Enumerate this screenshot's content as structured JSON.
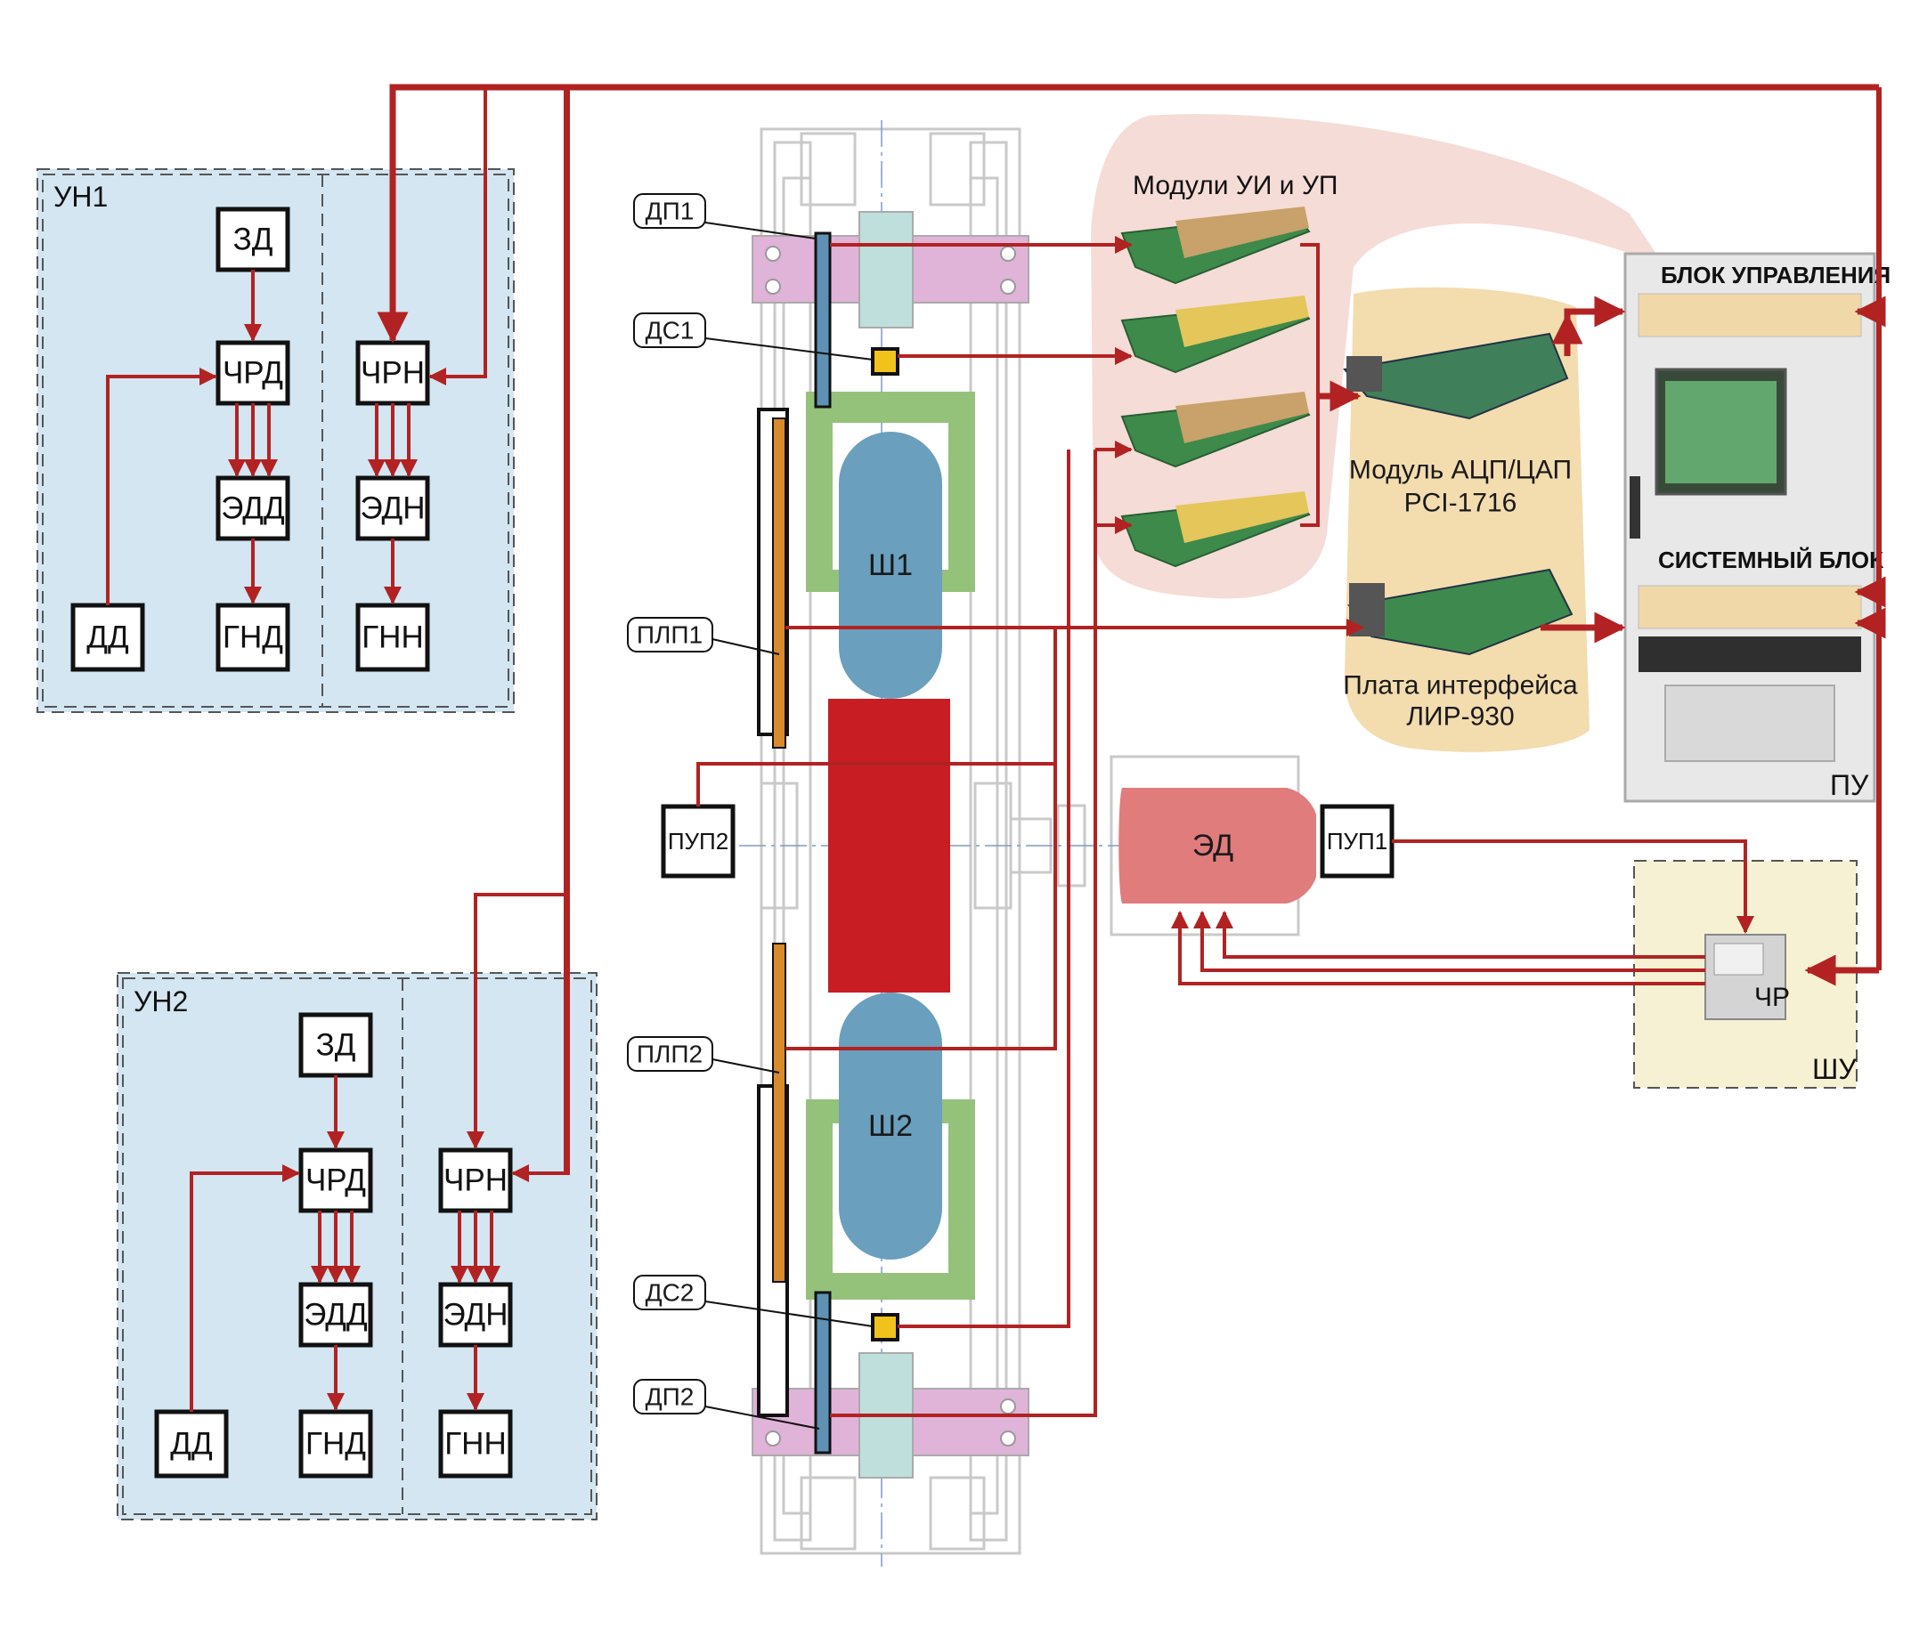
{
  "un1": {
    "title": "УН1",
    "zd": "ЗД",
    "chrd": "ЧРД",
    "chrn": "ЧРН",
    "edd": "ЭДД",
    "edn": "ЭДН",
    "dd": "ДД",
    "gnd": "ГНД",
    "gnn": "ГНН"
  },
  "un2": {
    "title": "УН2",
    "zd": "ЗД",
    "chrd": "ЧРД",
    "chrn": "ЧРН",
    "edd": "ЭДД",
    "edn": "ЭДН",
    "dd": "ДД",
    "gnd": "ГНД",
    "gnn": "ГНН"
  },
  "stand": {
    "dp1": "ДП1",
    "ds1": "ДС1",
    "plp1": "ПЛП1",
    "plp2": "ПЛП2",
    "ds2": "ДС2",
    "dp2": "ДП2",
    "sh1": "Ш1",
    "sh2": "Ш2",
    "pup1": "ПУП1",
    "pup2": "ПУП2",
    "ed": "ЭД"
  },
  "modules": {
    "title": "Модули УИ и УП",
    "adc_line1": "Модуль АЦП/ЦАП",
    "adc_line2": "PCI-1716",
    "lir_line1": "Плата интерфейса",
    "lir_line2": "ЛИР-930"
  },
  "cabinet": {
    "control_block": "БЛОК УПРАВЛЕНИЯ",
    "system_block": "СИСТЕМНЫЙ БЛОК",
    "pu": "ПУ"
  },
  "shu": {
    "title": "ШУ",
    "chr": "ЧР"
  },
  "colors": {
    "wire": "#b22222",
    "panel_blue": "#d3e6f2",
    "shu_yellow": "#f7f1d3",
    "pink_region": "#f3d6d0",
    "tan_region": "#f3dcae",
    "shaft_red": "#c81e23",
    "motor_pink": "#e07c7c",
    "roll_blue": "#6a9fbe",
    "frame_green": "#94c27a",
    "block_pink": "#e0b3d8",
    "sensor_orange": "#d98a2b"
  }
}
